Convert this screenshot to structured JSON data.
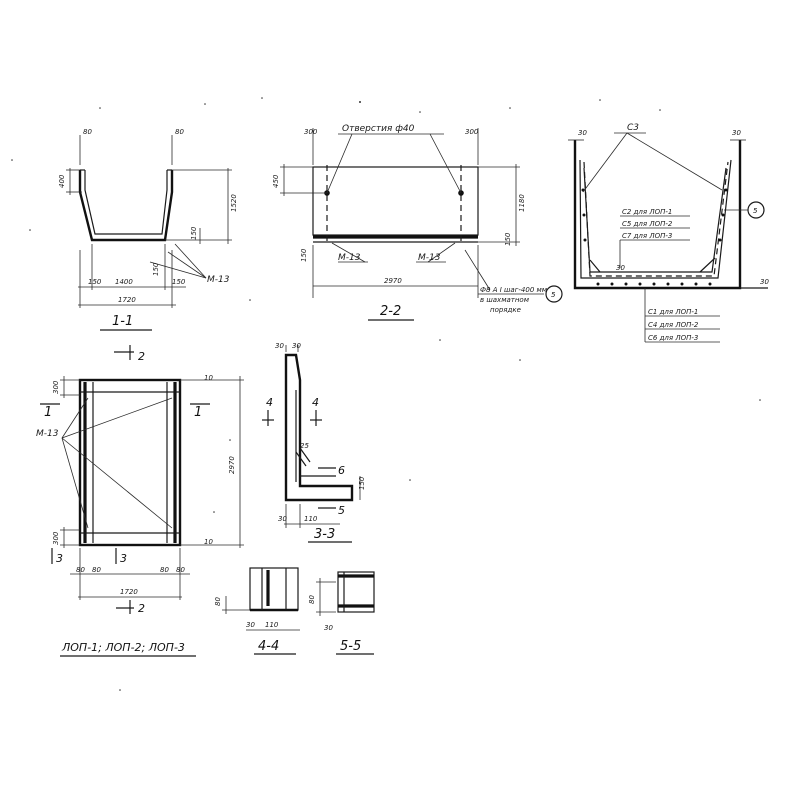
{
  "sections": {
    "s11": {
      "title": "1-1",
      "dims": [
        "80",
        "80",
        "400",
        "1520",
        "150",
        "1400",
        "150",
        "1720",
        "150",
        "150"
      ],
      "callout": "М-13"
    },
    "s22": {
      "title": "2-2",
      "hole_label": "Отверстия ф40",
      "dims": [
        "300",
        "300",
        "450",
        "1180",
        "150",
        "150",
        "2970"
      ],
      "callouts": [
        "М-13",
        "М-13"
      ],
      "note_lines": [
        "Ф8 А I шаг-400 мм",
        "в шахматном",
        "порядке"
      ],
      "note_ref": "5"
    },
    "s33": {
      "title": "3-3",
      "dims": [
        "30",
        "30",
        "25",
        "150",
        "30",
        "110"
      ],
      "cut_labels": [
        "4",
        "4",
        "6",
        "5"
      ]
    },
    "s44": {
      "title": "4-4",
      "dims": [
        "80",
        "30",
        "110"
      ]
    },
    "s55": {
      "title": "5-5",
      "dims": [
        "80",
        "30"
      ]
    },
    "rebar": {
      "c3": "С3",
      "ref": "5",
      "upper": [
        "С2 для ЛОП-1",
        "С5 для ЛОП-2",
        "С7 для ЛОП-3"
      ],
      "lower": [
        "С1 для ЛОП-1",
        "С4 для ЛОП-2",
        "С6 для ЛОП-3"
      ],
      "dims": [
        "30",
        "30",
        "30",
        "30"
      ]
    },
    "plan": {
      "title": "ЛОП-1; ЛОП-2; ЛОП-3",
      "dims": [
        "300",
        "2970",
        "300",
        "80",
        "80",
        "80",
        "80",
        "1720"
      ],
      "callout": "М-13",
      "cut_labels": [
        "1",
        "1",
        "2",
        "2",
        "3",
        "3"
      ]
    }
  }
}
